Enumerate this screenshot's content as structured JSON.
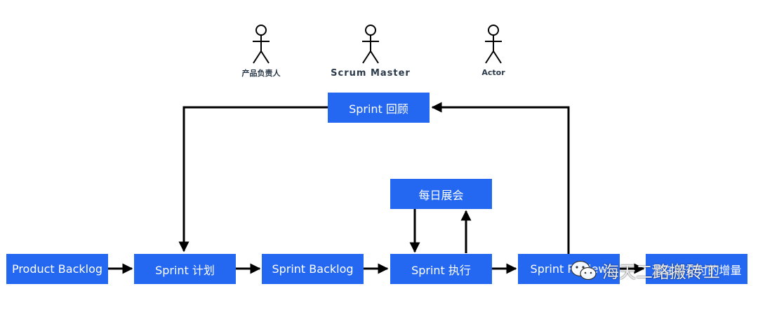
{
  "actors": [
    {
      "id": "po",
      "label": "产品负责人"
    },
    {
      "id": "sm",
      "label": "Scrum Master"
    },
    {
      "id": "actor",
      "label": "Actor"
    }
  ],
  "boxes": {
    "retro": "Sprint 回顾",
    "daily": "每日展会",
    "product_backlog": "Product Backlog",
    "planning": "Sprint 计划",
    "sprint_backlog": "Sprint Backlog",
    "execution": "Sprint 执行",
    "review": "Sprint Review",
    "increment": "潜在可交付的增量"
  },
  "watermark": {
    "text": "海天二路搬砖工",
    "icon": "wechat-icon"
  },
  "colors": {
    "box": "#2468f2",
    "line": "#000000",
    "actor": "#000000"
  }
}
